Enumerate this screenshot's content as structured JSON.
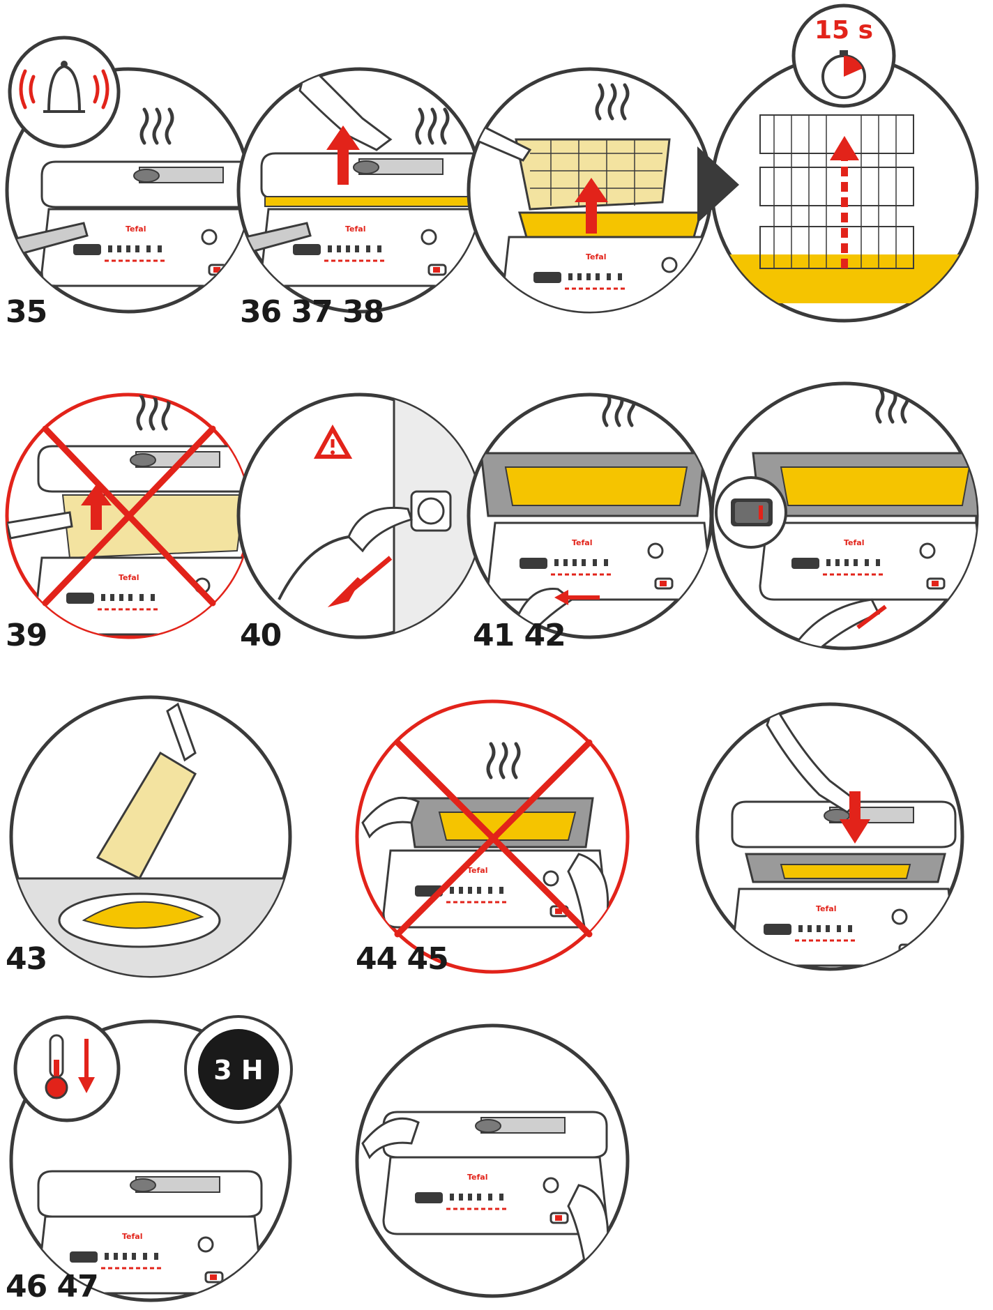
{
  "steps": {
    "s35": "35",
    "s36": "36 37 38",
    "s39": "39",
    "s40": "40",
    "s41": "41 42",
    "s43": "43",
    "s44": "44 45",
    "s46": "46 47"
  },
  "timer_label": "15 s",
  "cooldown_label": "3 H",
  "brand_label": "Tefal",
  "colors": {
    "accent_red": "#e2231a",
    "oil_yellow": "#f5c400",
    "outline": "#3a3a3a",
    "grey": "#d8d8d8"
  }
}
